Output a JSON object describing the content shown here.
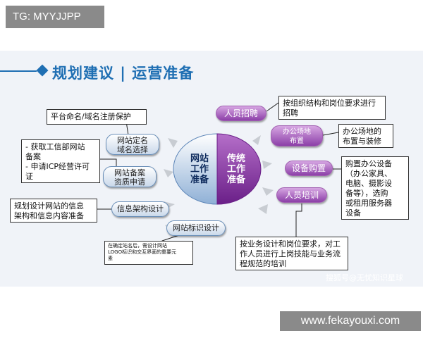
{
  "top_tag": "TG: MYYJJPP",
  "title": "规划建议 | 运营准备",
  "center": {
    "left_text": "网站\n工作\n准备",
    "right_text": "传统\n工作\n准备"
  },
  "left_nodes": [
    {
      "label": "网站定名\n域名选择"
    },
    {
      "label": "网站备案\n资质申请"
    },
    {
      "label": "信息架构设计"
    },
    {
      "label": "网站标识设计"
    }
  ],
  "left_notes": [
    {
      "text": "平台命名/域名注册保护"
    },
    {
      "text": "- 获取工信部网站\n  备案\n- 申请ICP经营许可\n  证"
    },
    {
      "text": "规划设计网站的信息\n架构和信息内容准备"
    },
    {
      "text": "在确定站名后，需设计网站\nLOGO标识和交互界面的重要元\n素"
    }
  ],
  "right_nodes": [
    {
      "label": "人员招聘"
    },
    {
      "label": "办公场地\n布置"
    },
    {
      "label": "设备购置"
    },
    {
      "label": "人员培训"
    }
  ],
  "right_notes": [
    {
      "text": "按组织结构和岗位要求进行\n招聘"
    },
    {
      "text": "办公场地的\n布置与装修"
    },
    {
      "text": "购置办公设备\n（办公家具、\n电脑、摄影设\n备等），选购\n或租用服务器\n设备"
    },
    {
      "text": "按业务设计和岗位要求，对工\n作人员进行上岗技能与业务流\n程规范的培训"
    }
  ],
  "watermark_inner": "搜狐号@无忧知识星球",
  "watermark_outer": "www.fekayouxi.com",
  "colors": {
    "accent_blue": "#1f6fb3",
    "purple": "#8c3fa8",
    "navy": "#0d2a5c"
  }
}
